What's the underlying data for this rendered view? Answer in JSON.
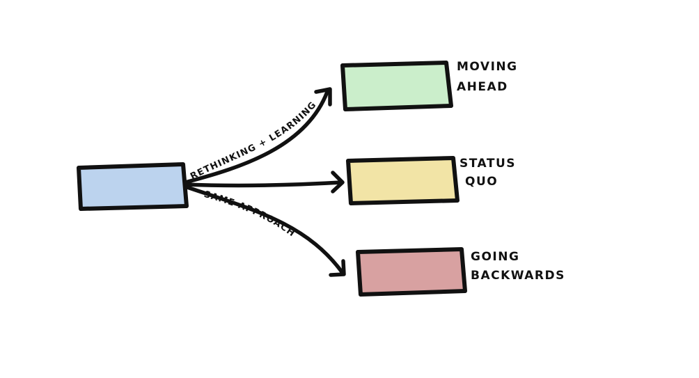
{
  "diagram": {
    "nodes": [
      {
        "id": "start",
        "label_lines": [],
        "fill": "#bcd3ee"
      },
      {
        "id": "moving-ahead",
        "label_lines": [
          "MOVING",
          "AHEAD"
        ],
        "fill": "#cbeecb"
      },
      {
        "id": "status-quo",
        "label_lines": [
          "STATUS",
          "QUO"
        ],
        "fill": "#f2e4a6"
      },
      {
        "id": "going-backwards",
        "label_lines": [
          "GOING",
          "BACKWARDS"
        ],
        "fill": "#d8a1a1"
      }
    ],
    "edges": [
      {
        "from": "start",
        "to": "moving-ahead",
        "label": "RETHINKING + LEARNING"
      },
      {
        "from": "start",
        "to": "status-quo",
        "label": ""
      },
      {
        "from": "start",
        "to": "going-backwards",
        "label": "SAME APPROACH"
      }
    ]
  }
}
